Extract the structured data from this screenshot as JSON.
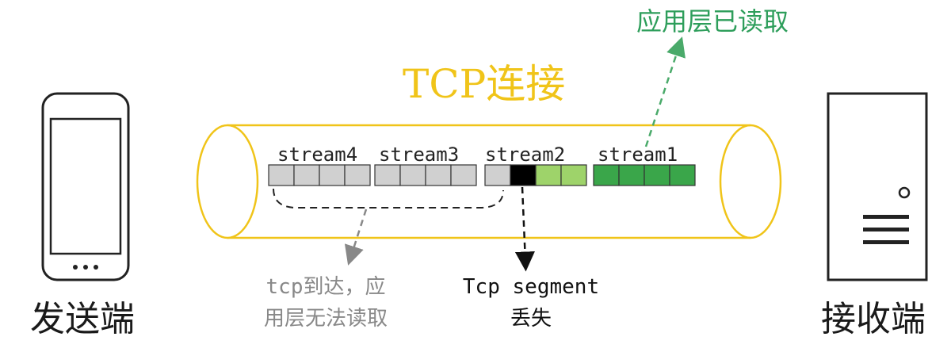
{
  "sender": {
    "label": "发送端",
    "icon": "phone-icon"
  },
  "receiver": {
    "label": "接收端",
    "icon": "server-icon"
  },
  "pipe": {
    "title": "TCP连接",
    "border_color": "#f0c419"
  },
  "streams": [
    {
      "name": "stream4",
      "segments": [
        "received",
        "received",
        "received",
        "received"
      ]
    },
    {
      "name": "stream3",
      "segments": [
        "received",
        "received",
        "received",
        "received"
      ]
    },
    {
      "name": "stream2",
      "segments": [
        "received",
        "lost",
        "partial",
        "partial"
      ]
    },
    {
      "name": "stream1",
      "segments": [
        "read",
        "read",
        "read",
        "read"
      ]
    }
  ],
  "segment_colors": {
    "received": "#d0d0d0",
    "lost": "#000000",
    "partial": "#9ed36a",
    "read": "#3aa64a"
  },
  "annotations": {
    "app_read": "应用层已读取",
    "blocked_line1": "tcp到达，应",
    "blocked_line2": "用层无法读取",
    "lost_line1": "Tcp segment",
    "lost_line2": "丢失"
  },
  "colors": {
    "app_read_arrow": "#4aaa6a",
    "blocked_arrow": "#888888",
    "lost_arrow": "#111111"
  }
}
